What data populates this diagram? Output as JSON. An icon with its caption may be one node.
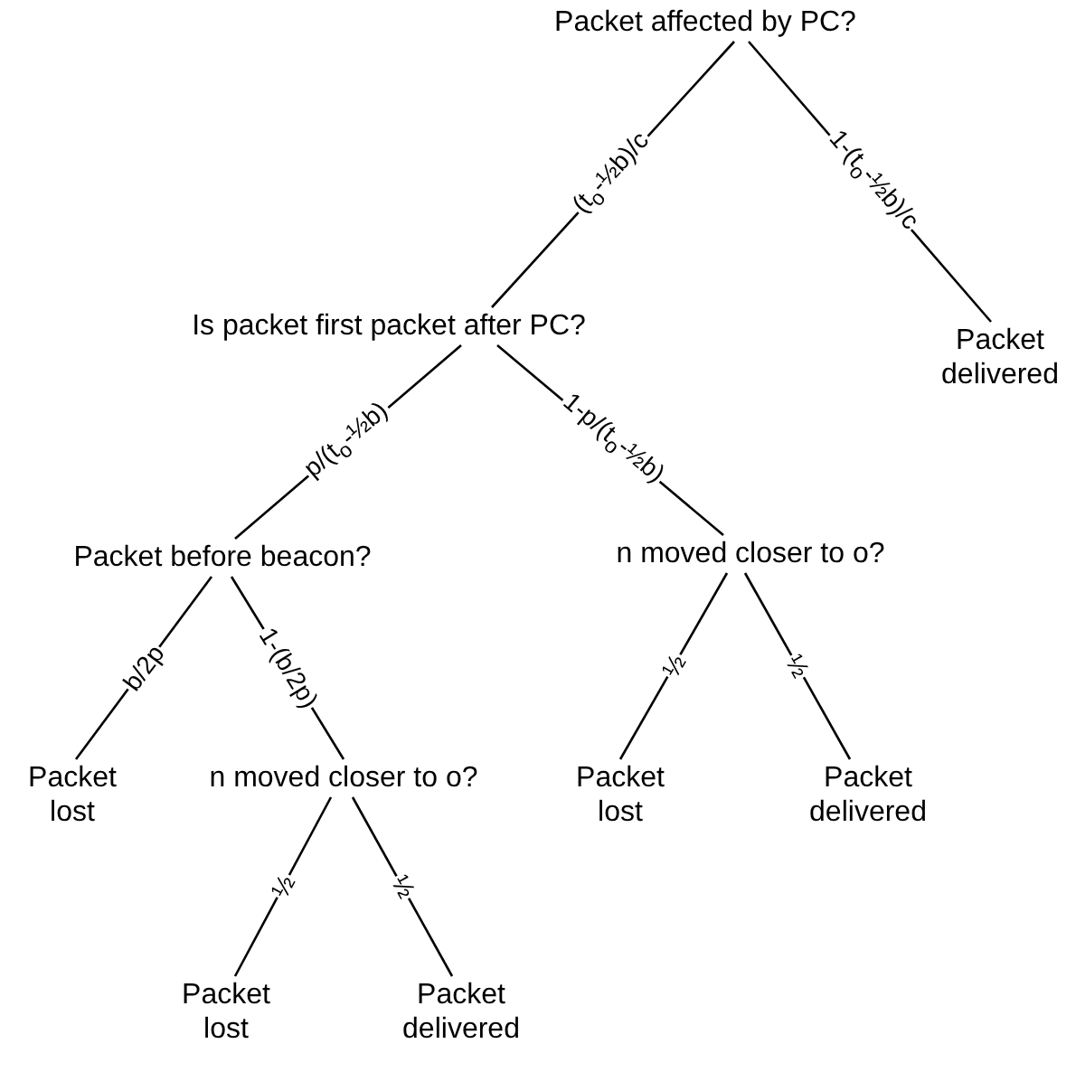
{
  "diagram": {
    "nodes": [
      {
        "text": [
          "Packet affected by PC?"
        ]
      },
      {
        "text": [
          "Is packet first packet after PC?"
        ]
      },
      {
        "text": [
          "Packet delivered"
        ]
      },
      {
        "text": [
          "Packet before beacon?"
        ]
      },
      {
        "text": [
          "n moved closer to o?"
        ]
      },
      {
        "text": [
          "Packet lost"
        ]
      },
      {
        "text": [
          "n moved closer to o?"
        ]
      },
      {
        "text": [
          "Packet lost"
        ]
      },
      {
        "text": [
          "Packet delivered"
        ]
      },
      {
        "text": [
          "Packet lost"
        ]
      },
      {
        "text": [
          "Packet delivered"
        ]
      }
    ],
    "edges": [
      {
        "from": 0,
        "to": 1,
        "arrow": "none",
        "label": "(t$_{o}$-½b)/c"
      },
      {
        "from": 0,
        "to": 2,
        "arrow": "none",
        "label": "1-(t$_{o}$-½b)/c"
      },
      {
        "from": 1,
        "to": 3,
        "arrow": "none",
        "label": "p/(t$_{o}$-½b)"
      },
      {
        "from": 1,
        "to": 4,
        "arrow": "none",
        "label": "1-p/(t$_{o}$-½b)"
      },
      {
        "from": 3,
        "to": 5,
        "arrow": "none",
        "label": "b/2p"
      },
      {
        "from": 3,
        "to": 6,
        "arrow": "none",
        "label": "1-(b/2p)"
      },
      {
        "from": 4,
        "to": 7,
        "arrow": "none",
        "label": "½"
      },
      {
        "from": 4,
        "to": 8,
        "arrow": "none",
        "label": "½"
      },
      {
        "from": 6,
        "to": 9,
        "arrow": "none",
        "label": "½"
      },
      {
        "from": 6,
        "to": 10,
        "arrow": "none",
        "label": "½"
      }
    ]
  }
}
